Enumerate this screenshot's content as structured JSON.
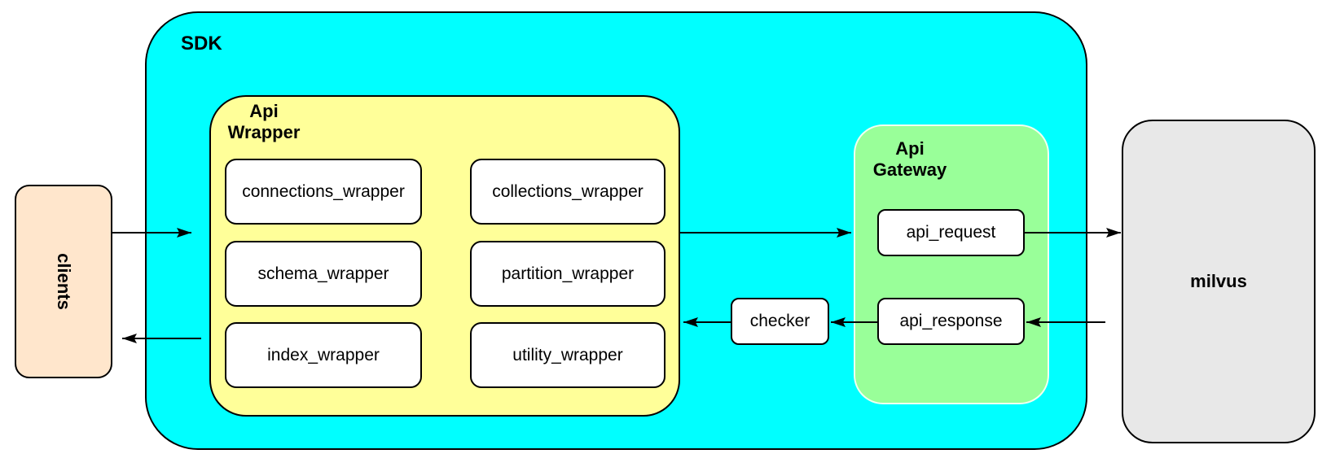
{
  "diagram": {
    "nodes": {
      "clients": {
        "label": "clients",
        "fill": "#FFE6CC"
      },
      "sdk": {
        "label": "SDK",
        "fill": "#00FFFF"
      },
      "api_wrapper": {
        "label": "Api\nWrapper",
        "fill": "#FFFF99",
        "modules": [
          "connections_wrapper",
          "collections_wrapper",
          "schema_wrapper",
          "partition_wrapper",
          "index_wrapper",
          "utility_wrapper"
        ]
      },
      "checker": {
        "label": "checker",
        "fill": "#FFFFFF"
      },
      "api_gateway": {
        "label": "Api\nGateway",
        "fill": "#99FF99",
        "children": [
          "api_request",
          "api_response"
        ]
      },
      "milvus": {
        "label": "milvus",
        "fill": "#E8E8E8"
      }
    },
    "edges": [
      {
        "from": "clients",
        "to": "SDK"
      },
      {
        "from": "Api Wrapper",
        "to": "Api Gateway"
      },
      {
        "from": "api_request",
        "to": "milvus"
      },
      {
        "from": "milvus",
        "to": "api_response"
      },
      {
        "from": "api_response",
        "to": "checker"
      },
      {
        "from": "checker",
        "to": "Api Wrapper"
      },
      {
        "from": "SDK",
        "to": "clients"
      }
    ]
  }
}
